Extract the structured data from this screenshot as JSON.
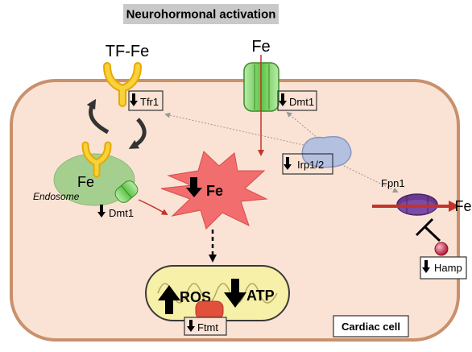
{
  "title": "Neurohormonal activation",
  "labels": {
    "tf_fe": "TF-Fe",
    "fe_top": "Fe",
    "tfr1": "Tfr1",
    "dmt1_top": "Dmt1",
    "endosome_fe": "Fe",
    "endosome": "Endosome",
    "dmt1_endo": "Dmt1",
    "fe_center": "Fe",
    "irp": "Irp1/2",
    "fpn1": "Fpn1",
    "fe_out": "Fe",
    "hamp": "Hamp",
    "ros": "ROS",
    "atp": "ATP",
    "ftmt": "Ftmt",
    "cardiac": "Cardiac cell"
  },
  "colors": {
    "cell_fill": "#fae3d5",
    "cell_stroke": "#c8916c",
    "receptor": "#f5c518",
    "channel": "#7ed957",
    "endosome": "#a5cf8e",
    "star": "#f26d6d",
    "mito_outer": "#f6f0a8",
    "ftmt": "#e0503b",
    "irp": "#b3c0e0",
    "fpn": "#6a3a8f",
    "red_arrow": "#c4332b",
    "hamp": "#c32040"
  },
  "icons": [
    "down-arrow-icon",
    "up-arrow-icon",
    "circular-arrow-icon",
    "inhibition-icon"
  ]
}
